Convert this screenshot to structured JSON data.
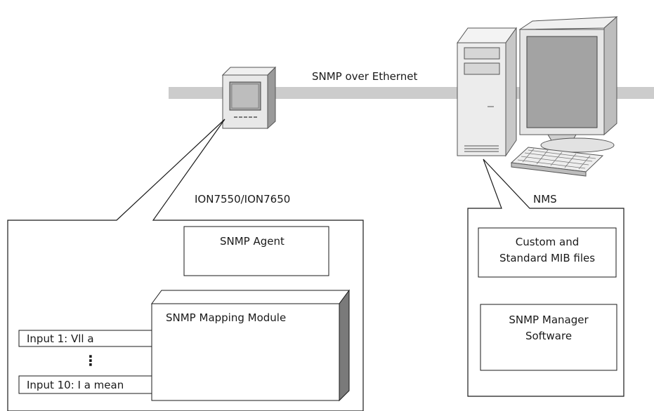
{
  "network": {
    "label": "SNMP over Ethernet"
  },
  "meter": {
    "label": "ION7550/ION7650",
    "agent_label": "SNMP Agent",
    "mapping_module_label": "SNMP Mapping Module",
    "inputs": [
      "Input 1: Vll a",
      "Input 10: I a mean"
    ],
    "ellipsis": "⋮"
  },
  "nms": {
    "label": "NMS",
    "mib_label_line1": "Custom and",
    "mib_label_line2": "Standard MIB files",
    "manager_label_line1": "SNMP Manager",
    "manager_label_line2": "Software"
  }
}
